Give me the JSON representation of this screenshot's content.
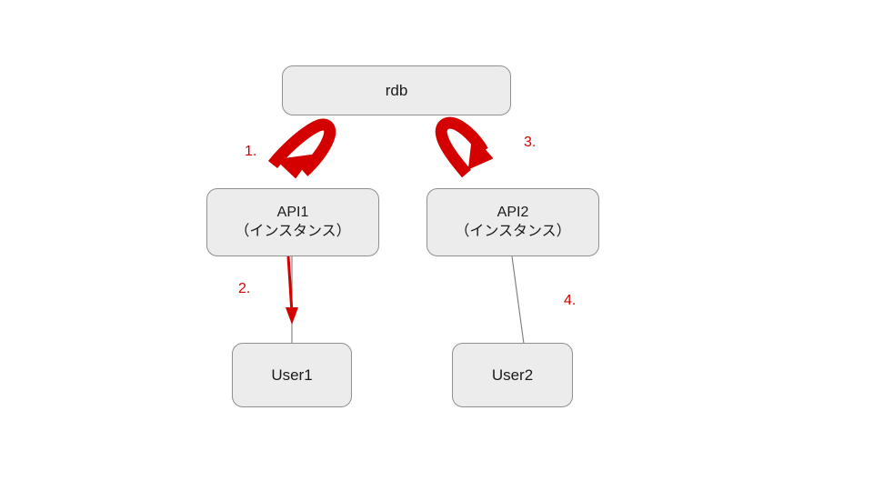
{
  "diagram": {
    "title": "rdb api instance user flow",
    "background_color": "#ffffff",
    "node_fill_color": "#ececec",
    "node_border_color": "#8f8f8f",
    "accent_color": "#d40000",
    "connector_color": "#7a7a7a"
  },
  "nodes": {
    "rdb": {
      "label": "rdb"
    },
    "api1": {
      "line1": "API1",
      "line2": "（インスタンス）"
    },
    "api2": {
      "line1": "API2",
      "line2": "（インスタンス）"
    },
    "user1": {
      "label": "User1"
    },
    "user2": {
      "label": "User2"
    }
  },
  "steps": {
    "one": "1.",
    "two": "2.",
    "three": "3.",
    "four": "4."
  },
  "connectors": [
    {
      "name": "rdb-to-api1-curved-arrow",
      "style": "red-hand-drawn-curve",
      "color": "#d40000"
    },
    {
      "name": "api1-to-user1-arrow",
      "style": "red-straight-arrow",
      "color": "#d40000"
    },
    {
      "name": "rdb-to-api2-curved-arrow",
      "style": "red-hand-drawn-curve",
      "color": "#d40000"
    },
    {
      "name": "api2-to-user2-line",
      "style": "thin-gray-line",
      "color": "#7a7a7a"
    }
  ]
}
